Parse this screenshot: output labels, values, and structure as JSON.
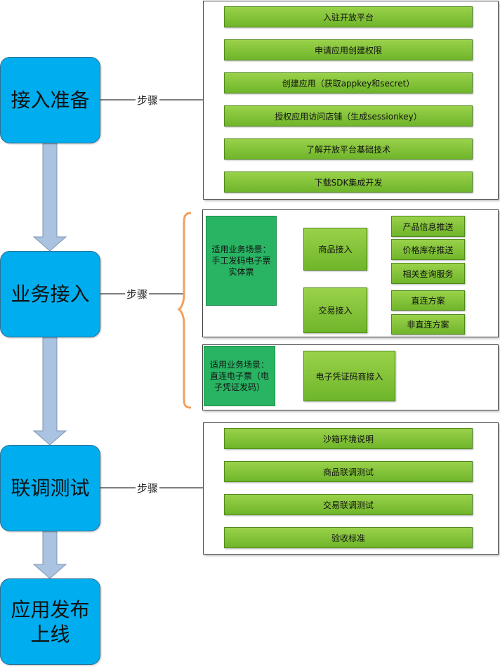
{
  "stages": [
    {
      "label": "接入准备"
    },
    {
      "label": "业务接入"
    },
    {
      "label": "联调测试"
    },
    {
      "label": "应用发布\n上线"
    }
  ],
  "step_label": "步骤",
  "prep_steps": [
    "入驻开放平台",
    "申请应用创建权限",
    "创建应用（获取appkey和secret）",
    "授权应用访问店铺（生成sessionkey）",
    "了解开放平台基础技术",
    "下载SDK集成开发"
  ],
  "business": {
    "scenario1": "适用业务场景：\n手工发码电子票\n实体票",
    "goods_access": "商品接入",
    "goods_items": [
      "产品信息推送",
      "价格库存推送",
      "相关查询服务"
    ],
    "trade_access": "交易接入",
    "trade_items": [
      "直连方案",
      "非直连方案"
    ],
    "scenario2": "适用业务场景：\n直连电子票（电\n子凭证发码）",
    "ecode_access": "电子凭证码商接入"
  },
  "test_steps": [
    "沙箱环境说明",
    "商品联调测试",
    "交易联调测试",
    "验收标准"
  ],
  "colors": {
    "stage_fill": "#00AEEF",
    "step_fill": "#7DC63B",
    "scenario_fill": "#29B463",
    "bracket": "#F0A060",
    "flow_arrow": "#A9C3E1"
  }
}
